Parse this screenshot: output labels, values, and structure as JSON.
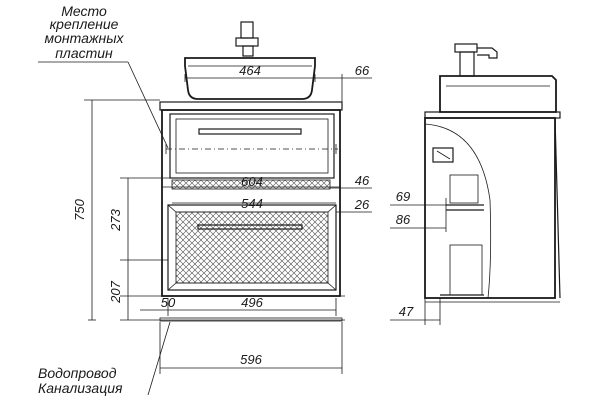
{
  "notes": {
    "mount_place": [
      "Место",
      "крепление",
      "монтажных",
      "пластин"
    ],
    "plumbing": [
      "Водопровод",
      "Канализация"
    ]
  },
  "dimensions": {
    "sink_width": "464",
    "top_offset": "66",
    "height_total": "750",
    "height_273": "273",
    "height_207": "207",
    "width_604": "604",
    "width_544": "544",
    "offset_46": "46",
    "offset_26": "26",
    "width_496": "496",
    "width_50": "50",
    "width_596": "596",
    "side_69": "69",
    "side_86": "86",
    "side_47": "47"
  },
  "colors": {
    "line": "#1a1a1a",
    "hatch": "#555555",
    "background": "#ffffff"
  }
}
